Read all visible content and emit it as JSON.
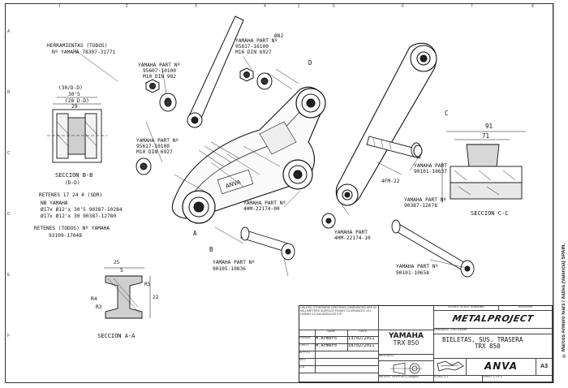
{
  "annotations": {
    "herramientas": "HERRAMIENTAS (TODOS)",
    "herramientas_ref": "Nº YAMAHA 78307-31771",
    "yamaha_part_1": "YAMAHA PART Nº",
    "yamaha_part_1_no": "95607-10100",
    "m10_din982": "M10 DIN 982",
    "yamaha_part_2": "YAMAHA PART Nº",
    "yamaha_part_2_no": "95617-10100",
    "m10_din6927": "M10 DIN 6927",
    "yamaha_part_3": "YAMAHA PART Nº",
    "yamaha_part_3_no": "95617-16100",
    "m16_din6927": "M16 DIN 6927",
    "d_section_dim": "(30/D-D)",
    "dim_305": "30'5",
    "dim_28": "(28 D-D)",
    "dim_29": "29",
    "seccion_bb": "SECCION B-B",
    "seccion_bb_sub": "(D-D)",
    "retenes": "RETENES 17 24 4 (SDR)",
    "nb_yamaha": "NB YAMAHA",
    "bearing_1": "Ø17x Ø12'x 30'5 90387-10284",
    "bearing_2": "Ø17x Ø12'x 30 90387-12780",
    "retenes_todos": "RETENES (TODOS) Nº YAMAHA",
    "retenes_ref": "93109-17048",
    "seccion_aa": "SECCION A-A",
    "yamaha_part_4": "YAMAHA PART Nº",
    "yamaha_part_4_no": "4HM-22174-00",
    "yamaha_part_5": "YAMAHA PART Nº",
    "yamaha_part_5_no": "90105-10836",
    "yamaha_part_6": "YAMAHA PART Nº",
    "yamaha_part_6_no": "90101-10658",
    "yamaha_part_7": "YAMAHA PART Nº",
    "yamaha_part_7_no": "90387-12678",
    "yamaha_part_8": "YAMAHA PART",
    "yamaha_part_8_no": "90101-10637",
    "yamaha_part_9": "YAMAHA PART",
    "yamaha_part_9_no": "4HM-22174-10",
    "seccion_cc": "SECCION C-C",
    "dim_91": "91",
    "dim_71": "71",
    "dim_25": "25",
    "dim_5": "5",
    "dim_r4": "R4",
    "dim_r3": "R3",
    "dim_22": "22",
    "dim_r5": "R5",
    "ref_4fm": "4FM-22",
    "ref_82": "Ø82",
    "ref_d": "D",
    "ref_b": "B",
    "ref_c": "C",
    "ref_a": "A"
  },
  "border": {
    "cols": [
      "1",
      "2",
      "3",
      "4",
      "5",
      "6",
      "7",
      "8"
    ],
    "rows": [
      "A",
      "B",
      "C",
      "D",
      "E",
      "F"
    ]
  },
  "title_block": {
    "notes": "UNLESS OTHERWISE SPECIFIED DIMENSIONS ARE IN MILLIMETERS SURFACE FINISH TOLERANCES ±0.1 LINEAR 0.5 mm ANGULAR 0.5º",
    "drawn_label": "DRAWN",
    "checked_label": "CHK'D",
    "approved_label": "APPV'D",
    "mfg_label": "MFG",
    "qa_label": "Q.A",
    "name_col": "NAME",
    "date_col": "DATE",
    "drawn_name": "M.Armero",
    "drawn_date": "13/02/2011",
    "checked_name": "M.Armero",
    "checked_date": "18/02/2011",
    "brand": "YAMAHA",
    "model": "TRX 850",
    "material_label": "MATERIAL:",
    "weight_label": "WEIGHT: S/HPESER (Weight)",
    "dont_scale": "DO NOT SCALE DRAWING",
    "revision": "REVISION",
    "description_label": "Description / Part number:",
    "title_line1": "BIELETAS, SUS. TRASERA",
    "title_line2": "TRX 850",
    "project_logo": "METALPROJECT",
    "logo_tag": "ANVA",
    "size": "A3",
    "sheet": "SHEET 1 OF 1",
    "scale": "SCALE:1:1",
    "credit": "© Marcos Armero Ivars / Xàtiva (Valencia) SPAIN."
  }
}
